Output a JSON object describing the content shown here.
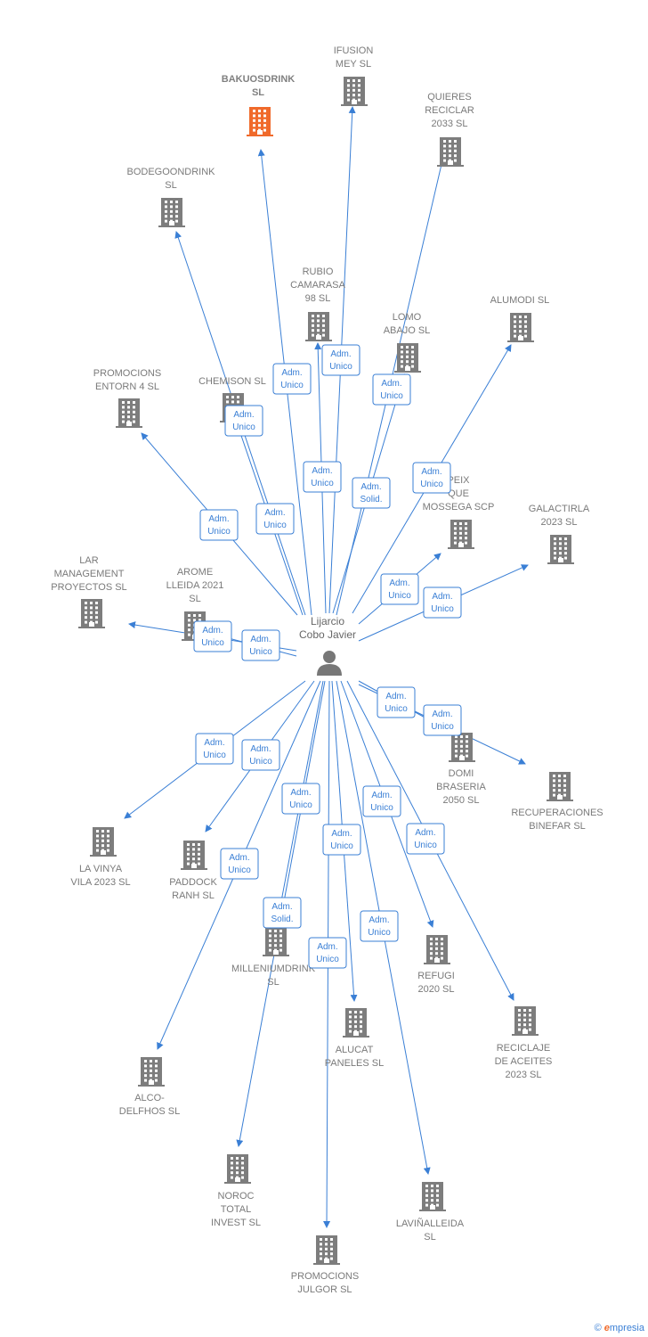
{
  "colors": {
    "edge": "#3a7fd5",
    "company": "#7d7d7d",
    "highlight": "#f06a2b",
    "person": "#777777"
  },
  "center": {
    "label_lines": [
      "Lijarcio",
      "Cobo Javier"
    ],
    "icon": "person-icon"
  },
  "nodes": [
    {
      "id": "bakuosdrink",
      "label_lines": [
        "BAKUOSDRINK",
        "SL"
      ],
      "highlight": true,
      "icon": "building-icon"
    },
    {
      "id": "ifusion",
      "label_lines": [
        "IFUSION",
        "MEY SL"
      ],
      "icon": "building-icon"
    },
    {
      "id": "quieres",
      "label_lines": [
        "QUIERES",
        "RECICLAR",
        "2033  SL"
      ],
      "icon": "building-icon"
    },
    {
      "id": "bodegoondrink",
      "label_lines": [
        "BODEGOONDRINK",
        "SL"
      ],
      "icon": "building-icon"
    },
    {
      "id": "rubio",
      "label_lines": [
        "RUBIO",
        "CAMARASA",
        "98  SL"
      ],
      "icon": "building-icon"
    },
    {
      "id": "lomo",
      "label_lines": [
        "LOMO",
        "ABAJO  SL"
      ],
      "icon": "building-icon"
    },
    {
      "id": "alumodi",
      "label_lines": [
        "ALUMODI SL"
      ],
      "icon": "building-icon"
    },
    {
      "id": "promocions_entorn",
      "label_lines": [
        "PROMOCIONS",
        "ENTORN 4 SL"
      ],
      "icon": "building-icon"
    },
    {
      "id": "chemison",
      "label_lines": [
        "CHEMISON SL"
      ],
      "icon": "building-icon"
    },
    {
      "id": "peix",
      "label_lines": [
        "PEIX",
        "QUE",
        "MOSSEGA SCP"
      ],
      "icon": "building-icon"
    },
    {
      "id": "galactirla",
      "label_lines": [
        "GALACTIRLA",
        "2023  SL"
      ],
      "icon": "building-icon"
    },
    {
      "id": "lar",
      "label_lines": [
        "LAR",
        "MANAGEMENT",
        "PROYECTOS SL"
      ],
      "icon": "building-icon"
    },
    {
      "id": "arome",
      "label_lines": [
        "AROME",
        "LLEIDA 2021",
        "SL"
      ],
      "icon": "building-icon"
    },
    {
      "id": "domi",
      "label_lines": [
        "DOMI",
        "BRASERIA",
        "2050  SL"
      ],
      "icon": "building-icon"
    },
    {
      "id": "recuperaciones",
      "label_lines": [
        "RECUPERACIONES",
        "BINEFAR  SL"
      ],
      "icon": "building-icon"
    },
    {
      "id": "lavinya",
      "label_lines": [
        "LA VINYA",
        "VILA 2023  SL"
      ],
      "icon": "building-icon"
    },
    {
      "id": "paddock",
      "label_lines": [
        "PADDOCK",
        "RANH  SL"
      ],
      "icon": "building-icon"
    },
    {
      "id": "millenium",
      "label_lines": [
        "MILLENIUMDRINK",
        "SL"
      ],
      "icon": "building-icon"
    },
    {
      "id": "refugi",
      "label_lines": [
        "REFUGI",
        "2020  SL"
      ],
      "icon": "building-icon"
    },
    {
      "id": "reciclaje",
      "label_lines": [
        "RECICLAJE",
        "DE ACEITES",
        "2023  SL"
      ],
      "icon": "building-icon"
    },
    {
      "id": "alucat",
      "label_lines": [
        "ALUCAT",
        "PANELES  SL"
      ],
      "icon": "building-icon"
    },
    {
      "id": "alco",
      "label_lines": [
        "ALCO-",
        "DELFHOS  SL"
      ],
      "icon": "building-icon"
    },
    {
      "id": "noroc",
      "label_lines": [
        "NOROC",
        "TOTAL",
        "INVEST SL"
      ],
      "icon": "building-icon"
    },
    {
      "id": "lavinalleida",
      "label_lines": [
        "LAVIÑALLEIDA",
        "SL"
      ],
      "icon": "building-icon"
    },
    {
      "id": "promocions_julgor",
      "label_lines": [
        "PROMOCIONS",
        "JULGOR SL"
      ],
      "icon": "building-icon"
    }
  ],
  "edges": [
    {
      "to": "bakuosdrink",
      "badge": [
        "Adm.",
        "Unico"
      ]
    },
    {
      "to": "ifusion",
      "badge": [
        "Adm.",
        "Unico"
      ]
    },
    {
      "to": "quieres",
      "badge": [
        "Adm.",
        "Unico"
      ]
    },
    {
      "to": "bodegoondrink",
      "badge": [
        "Adm.",
        "Unico"
      ]
    },
    {
      "to": "rubio",
      "badge": [
        "Adm.",
        "Unico"
      ]
    },
    {
      "to": "lomo",
      "badge": [
        "Adm.",
        "Solid."
      ]
    },
    {
      "to": "alumodi",
      "badge": [
        "Adm.",
        "Unico"
      ]
    },
    {
      "to": "promocions_entorn",
      "badge": [
        "Adm.",
        "Unico"
      ]
    },
    {
      "to": "chemison",
      "badge": [
        "Adm.",
        "Unico"
      ]
    },
    {
      "to": "peix",
      "badge": [
        "Adm.",
        "Unico"
      ]
    },
    {
      "to": "galactirla",
      "badge": [
        "Adm.",
        "Unico"
      ]
    },
    {
      "to": "lar",
      "badge": [
        "Adm.",
        "Unico"
      ]
    },
    {
      "to": "arome",
      "badge": [
        "Adm.",
        "Unico"
      ]
    },
    {
      "to": "domi",
      "badge": [
        "Adm.",
        "Unico"
      ]
    },
    {
      "to": "recuperaciones",
      "badge": [
        "Adm.",
        "Unico"
      ]
    },
    {
      "to": "lavinya",
      "badge": [
        "Adm.",
        "Unico"
      ]
    },
    {
      "to": "paddock",
      "badge": [
        "Adm.",
        "Unico"
      ]
    },
    {
      "to": "millenium",
      "badge": [
        "Adm.",
        "Solid."
      ]
    },
    {
      "to": "refugi",
      "badge": [
        "Adm.",
        "Unico"
      ]
    },
    {
      "to": "reciclaje",
      "badge": [
        "Adm.",
        "Unico"
      ]
    },
    {
      "to": "alucat",
      "badge": [
        "Adm.",
        "Unico"
      ]
    },
    {
      "to": "alco",
      "badge": [
        "Adm.",
        "Unico"
      ]
    },
    {
      "to": "noroc",
      "badge": [
        "Adm.",
        "Unico"
      ]
    },
    {
      "to": "lavinalleida",
      "badge": [
        "Adm.",
        "Unico"
      ]
    },
    {
      "to": "promocions_julgor",
      "badge": [
        "Adm.",
        "Unico"
      ]
    }
  ],
  "credit": {
    "symbol": "©",
    "brand_initial": "e",
    "brand_rest": "mpresia"
  }
}
